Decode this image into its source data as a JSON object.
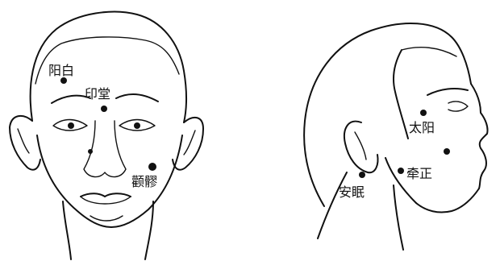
{
  "front_face": {
    "points": [
      {
        "id": "yangbai",
        "label": "阳白"
      },
      {
        "id": "yintang",
        "label": "印堂"
      },
      {
        "id": "quanliao",
        "label": "颧髎"
      }
    ]
  },
  "side_face": {
    "points": [
      {
        "id": "taiyang",
        "label": "太阳"
      },
      {
        "id": "qianzheng",
        "label": "牵正"
      },
      {
        "id": "anmian",
        "label": "安眠"
      }
    ]
  },
  "colors": {
    "ink": "#111111",
    "background": "#ffffff"
  }
}
